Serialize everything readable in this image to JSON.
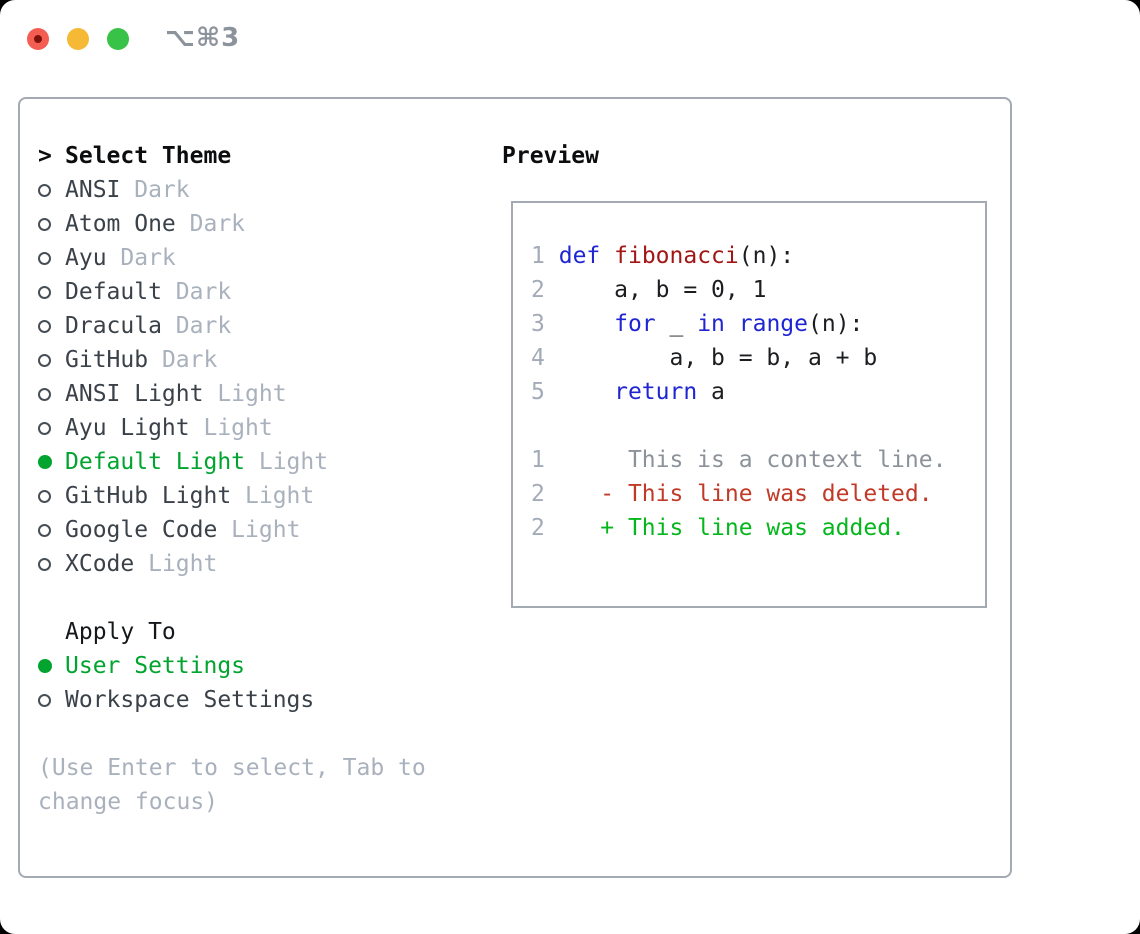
{
  "window": {
    "titlebar": {
      "shortcut_label": "⌥⌘3",
      "traffic_lights": [
        {
          "name": "close",
          "color": "#f35d52"
        },
        {
          "name": "minimize",
          "color": "#f5b935"
        },
        {
          "name": "zoom",
          "color": "#38c247"
        }
      ]
    }
  },
  "theme_picker": {
    "focus_marker": ">",
    "header": "Select Theme",
    "themes": [
      {
        "name": "ANSI",
        "tag": "Dark",
        "selected": false
      },
      {
        "name": "Atom One",
        "tag": "Dark",
        "selected": false
      },
      {
        "name": "Ayu",
        "tag": "Dark",
        "selected": false
      },
      {
        "name": "Default",
        "tag": "Dark",
        "selected": false
      },
      {
        "name": "Dracula",
        "tag": "Dark",
        "selected": false
      },
      {
        "name": "GitHub",
        "tag": "Dark",
        "selected": false
      },
      {
        "name": "ANSI Light",
        "tag": "Light",
        "selected": false
      },
      {
        "name": "Ayu Light",
        "tag": "Light",
        "selected": false
      },
      {
        "name": "Default Light",
        "tag": "Light",
        "selected": true
      },
      {
        "name": "GitHub Light",
        "tag": "Light",
        "selected": false
      },
      {
        "name": "Google Code",
        "tag": "Light",
        "selected": false
      },
      {
        "name": "XCode",
        "tag": "Light",
        "selected": false
      }
    ],
    "apply_to": {
      "header": "Apply To",
      "options": [
        {
          "name": "User Settings",
          "selected": true
        },
        {
          "name": "Workspace Settings",
          "selected": false
        }
      ]
    },
    "hint_lines": [
      "(Use Enter to select, Tab to",
      "change focus)"
    ]
  },
  "preview": {
    "header": "Preview",
    "lines": [
      {
        "num": "1",
        "segs": [
          {
            "t": " ",
            "c": "pl"
          },
          {
            "t": "def",
            "c": "kw"
          },
          {
            "t": " ",
            "c": "pl"
          },
          {
            "t": "fibonacci",
            "c": "fn"
          },
          {
            "t": "(n):",
            "c": "pl"
          }
        ]
      },
      {
        "num": "2",
        "segs": [
          {
            "t": "     a, b = 0, 1",
            "c": "pl"
          }
        ]
      },
      {
        "num": "3",
        "segs": [
          {
            "t": "     ",
            "c": "pl"
          },
          {
            "t": "for",
            "c": "kw"
          },
          {
            "t": " _ ",
            "c": "pl"
          },
          {
            "t": "in",
            "c": "kw"
          },
          {
            "t": " ",
            "c": "pl"
          },
          {
            "t": "range",
            "c": "kw"
          },
          {
            "t": "(n):",
            "c": "pl"
          }
        ]
      },
      {
        "num": "4",
        "segs": [
          {
            "t": "         a, b = b, a + b",
            "c": "pl"
          }
        ]
      },
      {
        "num": "5",
        "segs": [
          {
            "t": "     ",
            "c": "pl"
          },
          {
            "t": "return",
            "c": "kw"
          },
          {
            "t": " a",
            "c": "pl"
          }
        ]
      },
      {
        "blank": true
      },
      {
        "num": "1",
        "segs": [
          {
            "t": "      This is a context line.",
            "c": "ctx"
          }
        ]
      },
      {
        "num": "2",
        "segs": [
          {
            "t": "    - This line was deleted.",
            "c": "del"
          }
        ]
      },
      {
        "num": "2",
        "segs": [
          {
            "t": "    + This line was added.",
            "c": "add"
          }
        ]
      }
    ]
  },
  "colors": {
    "selection_green": "#00a42e",
    "keyword_blue": "#2025d2",
    "function_red": "#a31616",
    "diff_deleted_red": "#c13a28",
    "diff_added_green": "#05b71c",
    "muted_gray": "#a9b1bd",
    "panel_border": "#a3aab2"
  }
}
